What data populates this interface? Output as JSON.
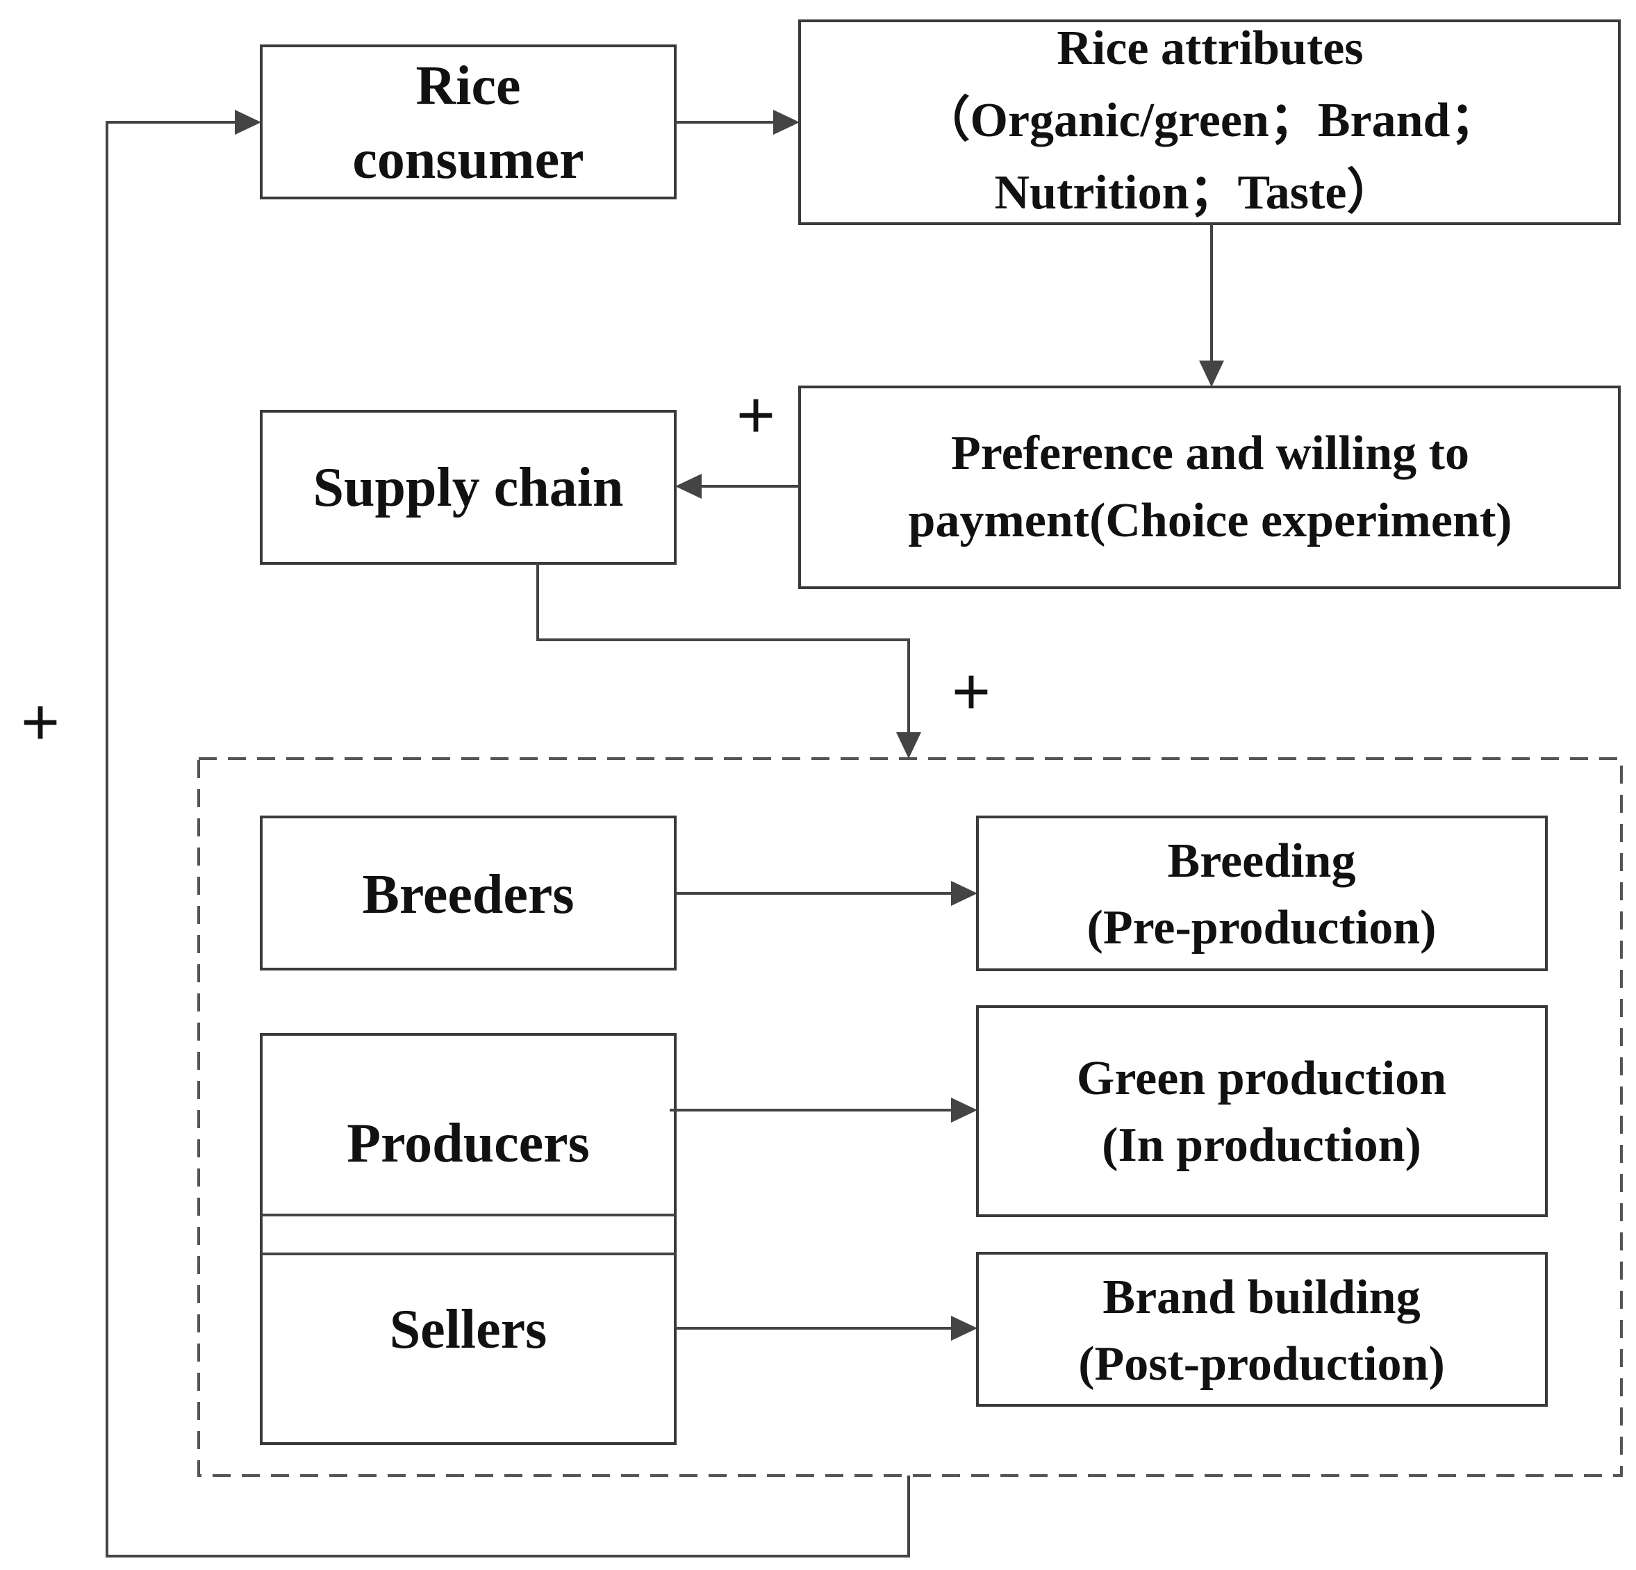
{
  "rice_consumer": {
    "line1": "Rice",
    "line2": "consumer"
  },
  "rice_attributes": {
    "line1": "Rice attributes",
    "line2": "（Organic/green；Brand；",
    "line3": "Nutrition；Taste）"
  },
  "preference": {
    "line1": "Preference and willing to",
    "line2": "payment(Choice experiment)"
  },
  "supply_chain": {
    "label": "Supply chain"
  },
  "breeders": {
    "label": "Breeders"
  },
  "producers": {
    "label": "Producers"
  },
  "sellers": {
    "label": "Sellers"
  },
  "breeding": {
    "line1": "Breeding",
    "line2": "(Pre-production)"
  },
  "green_production": {
    "line1": "Green production",
    "line2": "(In production)"
  },
  "brand_building": {
    "line1": "Brand building",
    "line2": "(Post-production)"
  },
  "signs": {
    "preference_to_supply": "+",
    "supply_to_group": "+",
    "feedback_loop": "+"
  }
}
